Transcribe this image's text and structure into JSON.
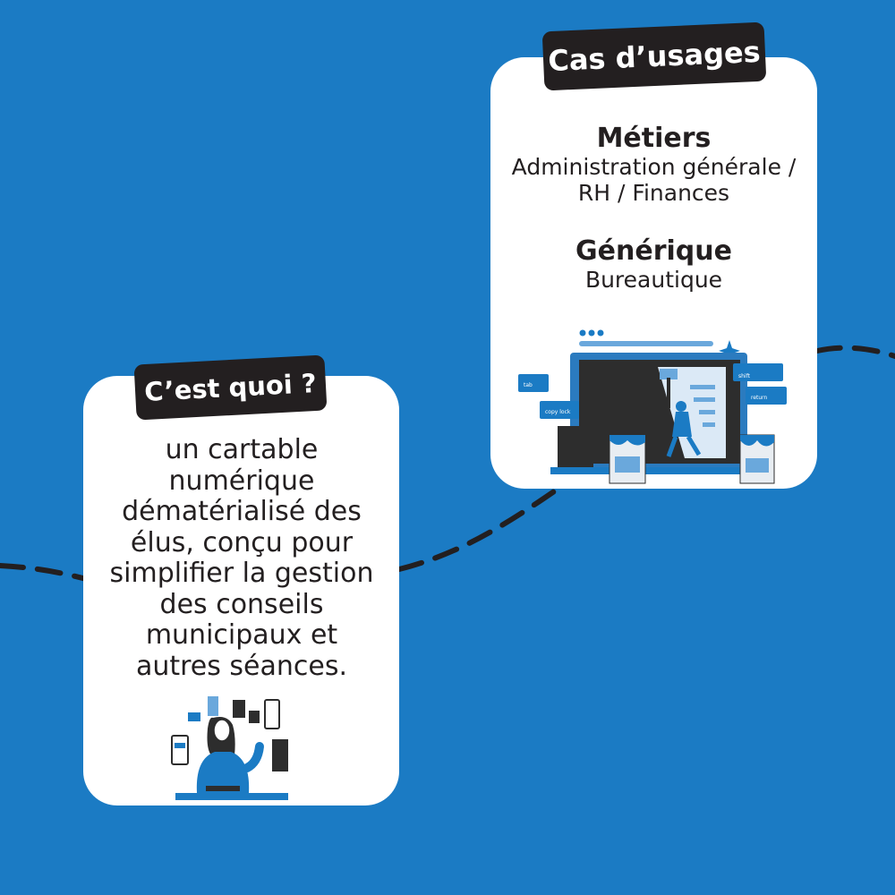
{
  "background_color": "#1b7bc4",
  "accent_color": "#1b7bc4",
  "tag_color": "#231f20",
  "usages_card": {
    "tag": "Cas d’usages",
    "metiers_heading": "Métiers",
    "metiers_text_line1": "Administration générale /",
    "metiers_text_line2": "RH / Finances",
    "generique_heading": "Générique",
    "generique_text": "Bureautique",
    "illustration": "website-editing-illustration",
    "illustration_labels": [
      "tab",
      "copy lock",
      "shift",
      "return"
    ]
  },
  "quoi_card": {
    "tag": "C’est quoi ?",
    "description_lines": [
      "un cartable",
      "numérique",
      "dématérialisé des",
      "élus, conçu pour",
      "simplifier la gestion",
      "des conseils",
      "municipaux et",
      "autres séances."
    ],
    "illustration": "woman-with-devices-illustration"
  }
}
